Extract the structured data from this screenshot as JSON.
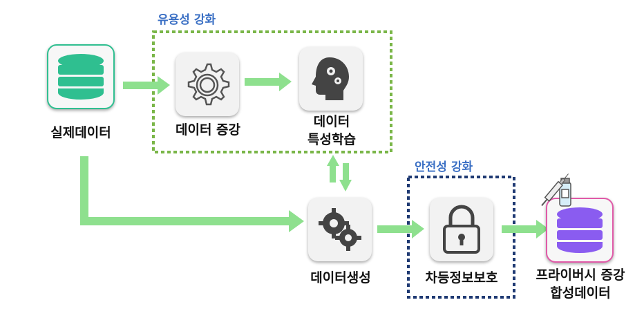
{
  "regions": {
    "utility": {
      "title": "유용성 강화",
      "border_color": "#7ab648"
    },
    "safety": {
      "title": "안전성 강화",
      "border_color": "#1f3a73"
    }
  },
  "nodes": {
    "real_data": {
      "label": "실제데이터",
      "icon": "database-icon",
      "color": "#2fbf90"
    },
    "augmentation": {
      "label": "데이터 증강",
      "icon": "gear-icon"
    },
    "feature_learning": {
      "line1": "데이터",
      "line2": "특성학습",
      "icon": "head-gears-icon"
    },
    "generation": {
      "label": "데이터생성",
      "icon": "gears-icon"
    },
    "differential_privacy": {
      "label": "차등정보보호",
      "icon": "padlock-icon"
    },
    "synthetic_data": {
      "line1": "프라이버시 증강",
      "line2": "합성데이터",
      "icon": "database-icon",
      "color": "#8a5cf0",
      "badge_icon": "syringe-vial-icon"
    }
  },
  "colors": {
    "arrow": "#8ee08e"
  }
}
